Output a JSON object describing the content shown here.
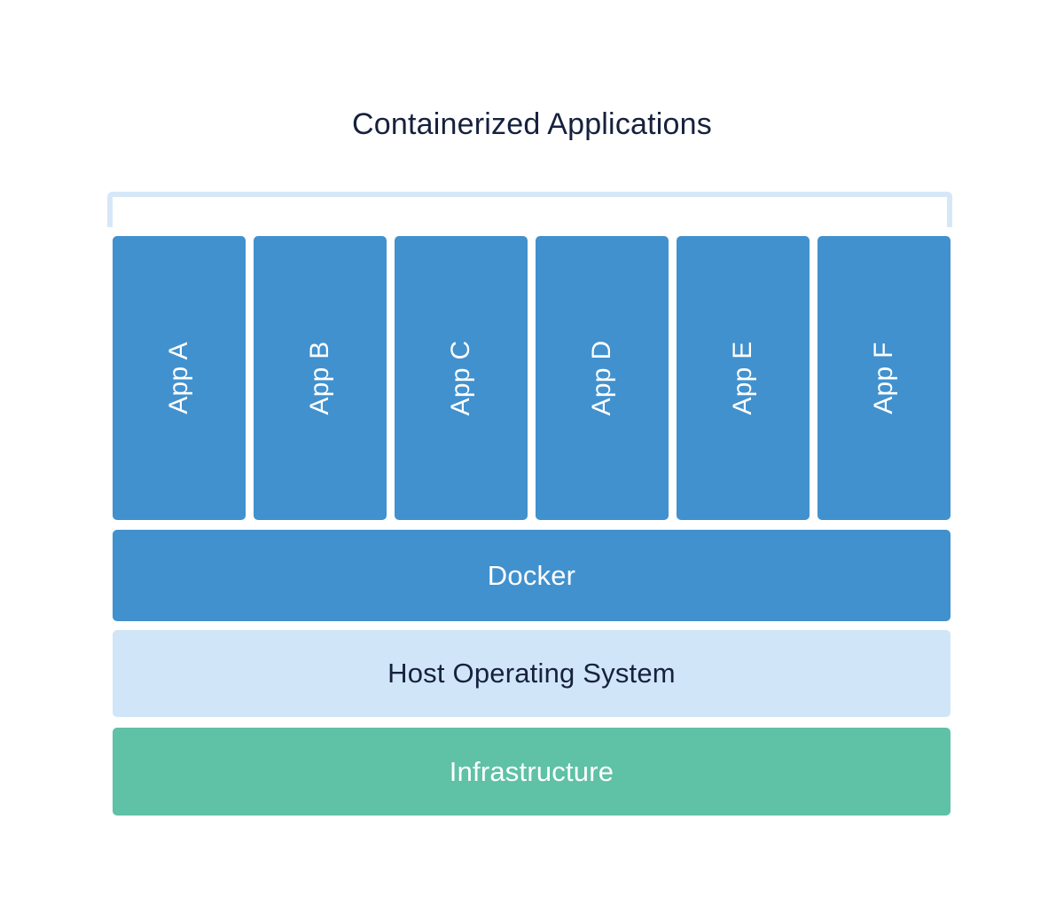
{
  "diagram": {
    "title": "Containerized Applications",
    "title_color": "#16213E",
    "background_color": "#FFFFFF",
    "bracket": {
      "name": "containerized-applications-bracket",
      "color": "#D6E8F8"
    },
    "apps": [
      {
        "label": "App A",
        "color": "#4191CE",
        "text_color": "#FFFFFF"
      },
      {
        "label": "App B",
        "color": "#4191CE",
        "text_color": "#FFFFFF"
      },
      {
        "label": "App C",
        "color": "#4191CE",
        "text_color": "#FFFFFF"
      },
      {
        "label": "App D",
        "color": "#4191CE",
        "text_color": "#FFFFFF"
      },
      {
        "label": "App E",
        "color": "#4191CE",
        "text_color": "#FFFFFF"
      },
      {
        "label": "App F",
        "color": "#4191CE",
        "text_color": "#FFFFFF"
      }
    ],
    "layers": [
      {
        "label": "Docker",
        "color": "#4191CE",
        "text_color": "#FFFFFF"
      },
      {
        "label": "Host Operating System",
        "color": "#D0E6F8",
        "text_color": "#16213E"
      },
      {
        "label": "Infrastructure",
        "color": "#5FC1A5",
        "text_color": "#FFFFFF"
      }
    ]
  }
}
